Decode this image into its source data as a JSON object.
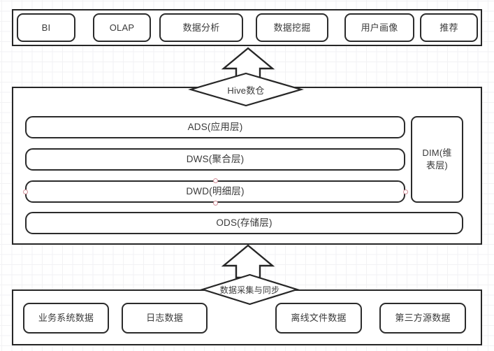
{
  "diagram": {
    "title_text_present": false,
    "colors": {
      "stroke": "#262626",
      "node_stroke": "#2b2b2b",
      "text": "#3a3a3a",
      "canvas": "#ffffff",
      "grid_minor": "#f2f2f4",
      "grid_major": "#e8e8ec",
      "handle_stroke": "#d28f99"
    },
    "application_layer": {
      "name": "application-layer-group",
      "nodes": [
        {
          "label": "BI"
        },
        {
          "label": "OLAP"
        },
        {
          "label": "数据分析"
        },
        {
          "label": "数据挖掘"
        },
        {
          "label": "用户画像"
        },
        {
          "label": "推荐"
        }
      ]
    },
    "warehouse": {
      "name": "hive-warehouse-group",
      "entry_diamond": {
        "label": "Hive数仓"
      },
      "layers": [
        {
          "label": "ADS(应用层)",
          "key": "ads"
        },
        {
          "label": "DWS(聚合层)",
          "key": "dws"
        },
        {
          "label": "DWD(明细层)",
          "key": "dwd",
          "selected": true
        },
        {
          "label": "ODS(存储层)",
          "key": "ods"
        }
      ],
      "dimension": {
        "label": "DIM(维\n表层)"
      }
    },
    "ingestion": {
      "name": "data-source-group",
      "pipeline_diamond": {
        "label": "数据采集与同步"
      },
      "sources": [
        {
          "label": "业务系统数据"
        },
        {
          "label": "日志数据"
        },
        {
          "label": "离线文件数据"
        },
        {
          "label": "第三方源数据"
        }
      ]
    },
    "arrows": [
      {
        "name": "arrow-warehouse-to-application",
        "direction": "up"
      },
      {
        "name": "arrow-sources-to-warehouse",
        "direction": "up"
      }
    ]
  }
}
